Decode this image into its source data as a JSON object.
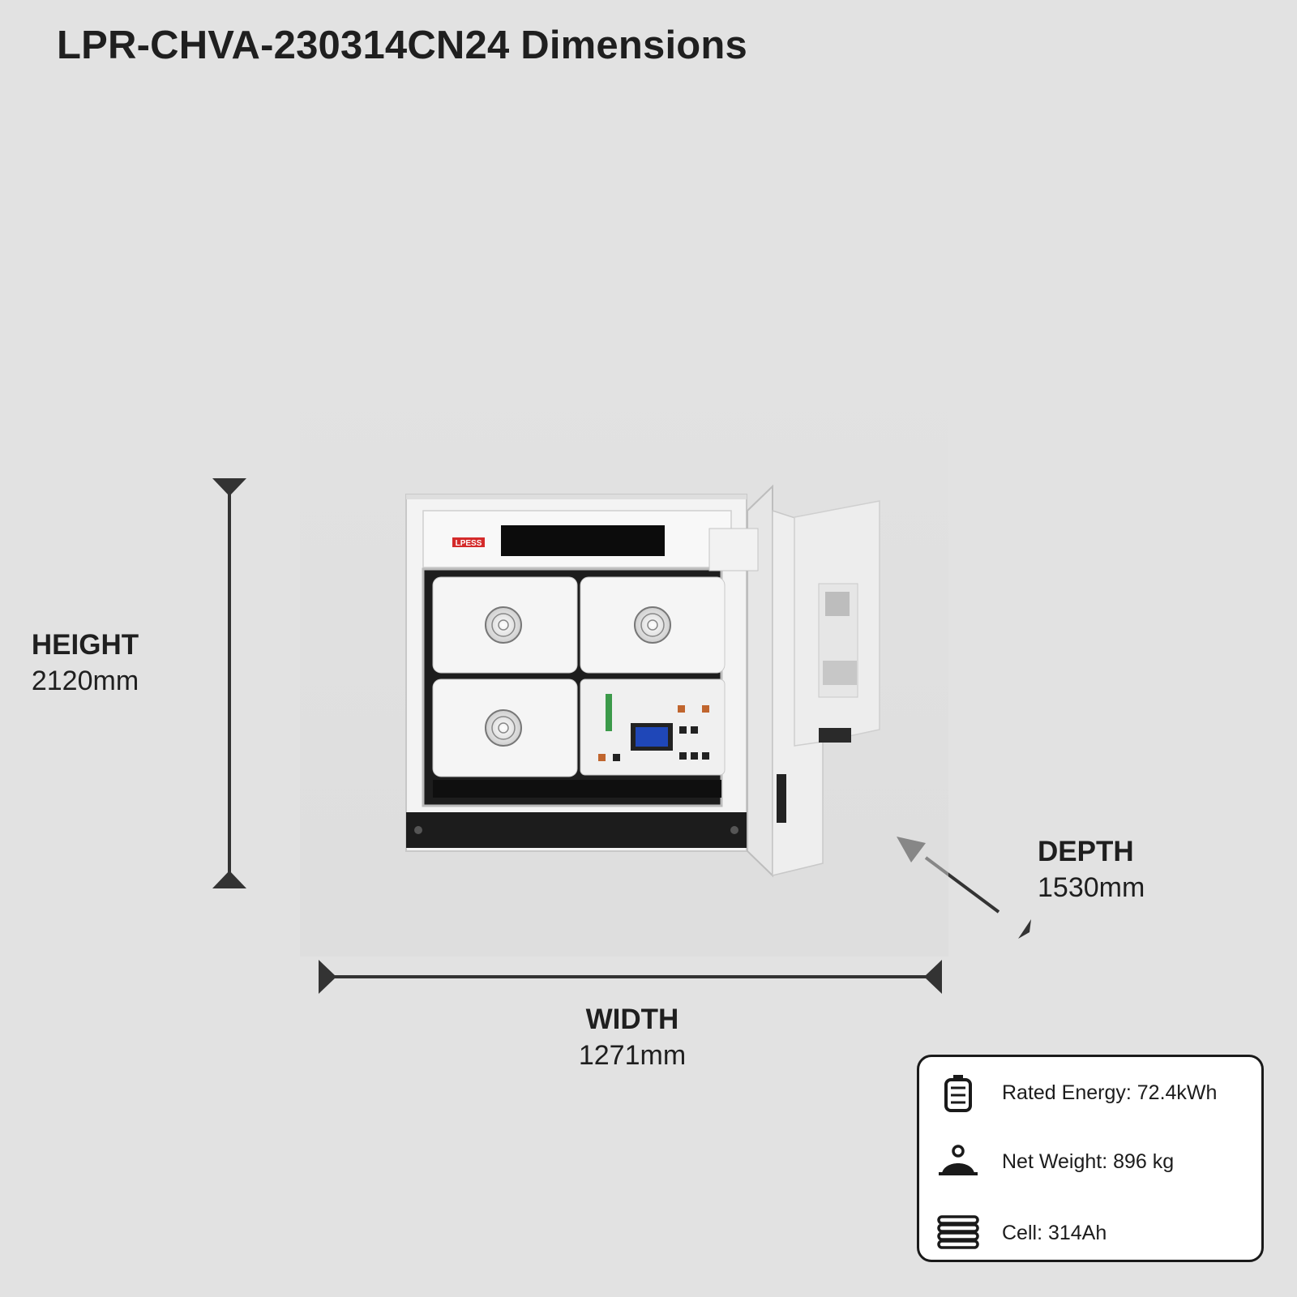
{
  "title": "LPR-CHVA-230314CN24 Dimensions",
  "dimensions": {
    "height": {
      "label": "HEIGHT",
      "value": "2120mm"
    },
    "width": {
      "label": "WIDTH",
      "value": "1271mm"
    },
    "depth": {
      "label": "DEPTH",
      "value": "1530mm"
    }
  },
  "product": {
    "brand_logo": "LPESS",
    "description": "Cabinet energy storage unit, door open, three battery modules and control panel"
  },
  "specs": [
    {
      "icon": "battery-icon",
      "text": "Rated Energy: 72.4kWh"
    },
    {
      "icon": "weight-icon",
      "text": "Net Weight: 896 kg"
    },
    {
      "icon": "cell-stack-icon",
      "text": "Cell: 314Ah"
    }
  ],
  "colors": {
    "background": "#e2e2e2",
    "text": "#1f1f1f",
    "cabinet": "#f2f2f2",
    "logo_red": "#d42a2a",
    "screen_blue": "#1f47b8"
  }
}
